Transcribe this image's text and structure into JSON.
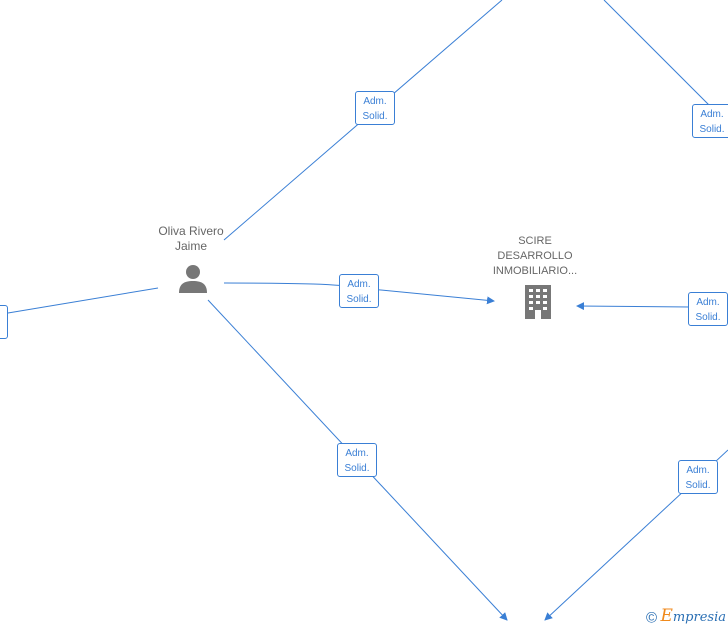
{
  "edge_label": {
    "line1": "Adm.",
    "line2": "Solid."
  },
  "person": {
    "name_line1": "Oliva Rivero",
    "name_line2": "Jaime",
    "icon": "person-icon"
  },
  "company": {
    "line1": "SCIRE",
    "line2": "DESARROLLO",
    "line3": "INMOBILIARIO...",
    "icon": "building-icon"
  },
  "footer": {
    "copyright": "©",
    "brand_initial": "E",
    "brand_rest": "mpresia"
  },
  "colors": {
    "edge": "#3a7fd5",
    "node_icon": "#777777",
    "text": "#666666",
    "brand_orange": "#f08a1c"
  }
}
